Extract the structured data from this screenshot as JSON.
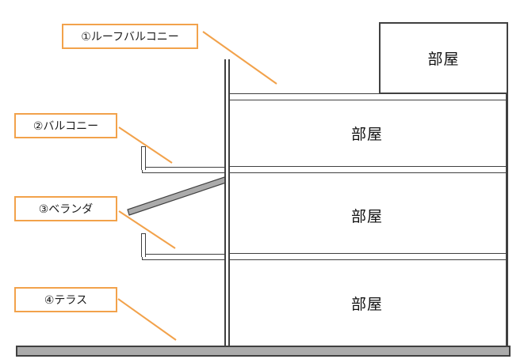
{
  "colors": {
    "accent": "#F2A24B",
    "dark": "#404040",
    "gray": "#ABABAB"
  },
  "callouts": [
    {
      "label": "①ルーフバルコニー"
    },
    {
      "label": "②バルコニー"
    },
    {
      "label": "③ベランダ"
    },
    {
      "label": "④テラス"
    }
  ],
  "rooms": [
    {
      "label": "部屋"
    },
    {
      "label": "部屋"
    },
    {
      "label": "部屋"
    },
    {
      "label": "部屋"
    }
  ]
}
